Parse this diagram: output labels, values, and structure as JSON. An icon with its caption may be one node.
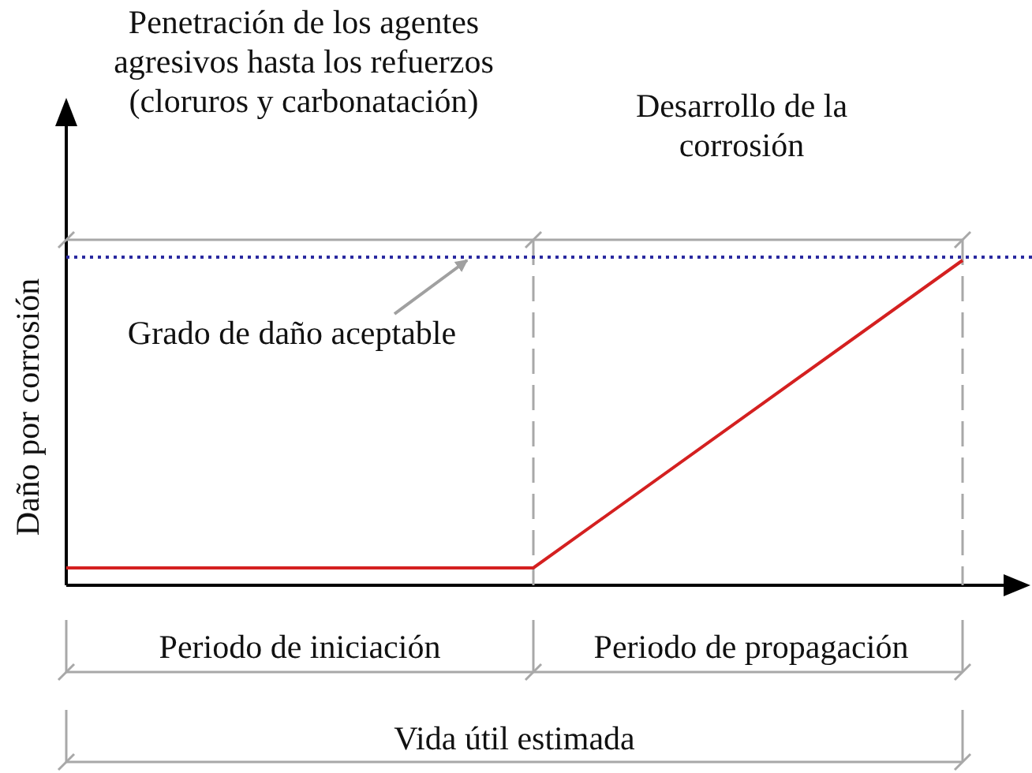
{
  "diagram": {
    "nodes": [
      {
        "text": [
          "Grado de daño aceptable"
        ]
      },
      {
        "text": [],
        "shape": "line"
      }
    ],
    "edges": [
      {
        "from": 0,
        "to": 1,
        "arrow": "to",
        "color": "#a0a0a0"
      }
    ],
    "labels": [
      "Penetración de los agentes agresivos hasta los refuerzos (cloruros y carbonatación)",
      "Desarrollo de la corrosión",
      "Daño por corrosión",
      "Periodo de iniciación",
      "Periodo de propagación",
      "Vida útil estimada"
    ]
  }
}
